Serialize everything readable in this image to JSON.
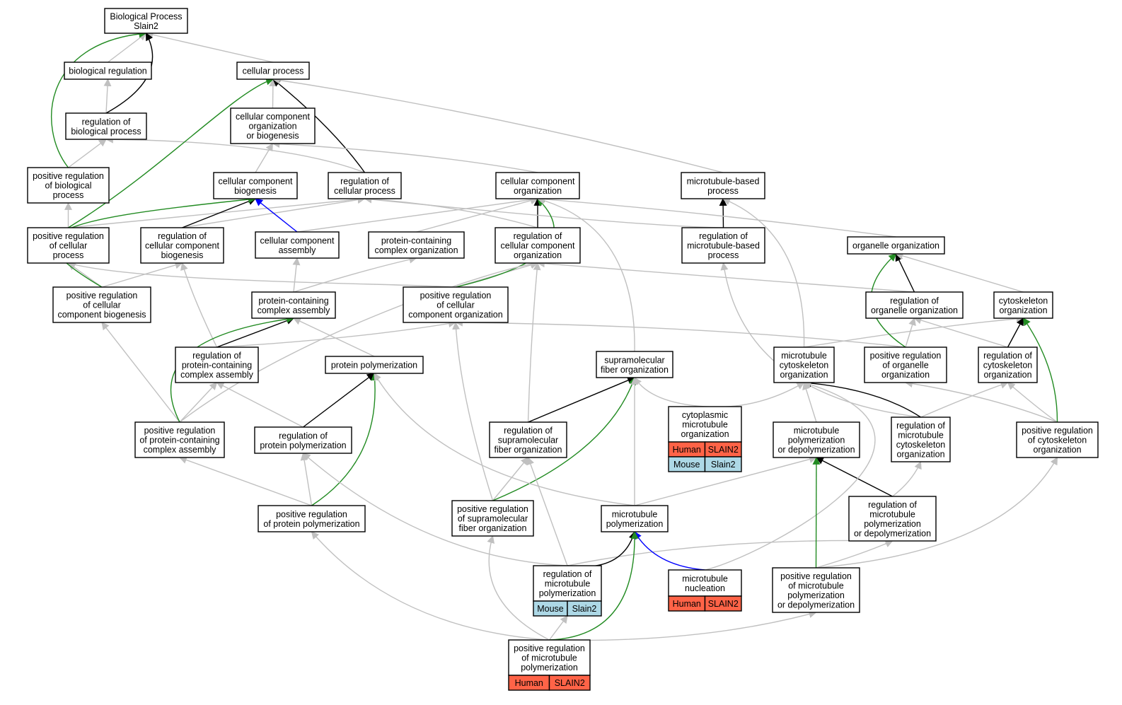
{
  "colors": {
    "gray": "#c0c0c0",
    "black": "#000000",
    "green": "#228b22",
    "blue": "#0000ff",
    "human": "#ff6347",
    "mouse": "#add8e6"
  },
  "nodes": [
    {
      "id": "bp",
      "lines": [
        "Biological Process",
        "Slain2"
      ]
    },
    {
      "id": "bio_reg",
      "lines": [
        "biological regulation"
      ]
    },
    {
      "id": "cell_proc",
      "lines": [
        "cellular process"
      ]
    },
    {
      "id": "reg_bio",
      "lines": [
        "regulation of",
        "biological process"
      ]
    },
    {
      "id": "ccob",
      "lines": [
        "cellular component",
        "organization",
        "or biogenesis"
      ]
    },
    {
      "id": "pos_bio",
      "lines": [
        "positive regulation",
        "of biological",
        "process"
      ]
    },
    {
      "id": "ccb",
      "lines": [
        "cellular component",
        "biogenesis"
      ]
    },
    {
      "id": "reg_cell",
      "lines": [
        "regulation of",
        "cellular process"
      ]
    },
    {
      "id": "cco",
      "lines": [
        "cellular component",
        "organization"
      ]
    },
    {
      "id": "mt_based",
      "lines": [
        "microtubule-based",
        "process"
      ]
    },
    {
      "id": "pos_cell",
      "lines": [
        "positive regulation",
        "of cellular",
        "process"
      ]
    },
    {
      "id": "reg_ccb",
      "lines": [
        "regulation of",
        "cellular component",
        "biogenesis"
      ]
    },
    {
      "id": "cca",
      "lines": [
        "cellular component",
        "assembly"
      ]
    },
    {
      "id": "pcco",
      "lines": [
        "protein-containing",
        "complex organization"
      ]
    },
    {
      "id": "reg_cco",
      "lines": [
        "regulation of",
        "cellular component",
        "organization"
      ]
    },
    {
      "id": "reg_mtb",
      "lines": [
        "regulation of",
        "microtubule-based",
        "process"
      ]
    },
    {
      "id": "org_org",
      "lines": [
        "organelle organization"
      ]
    },
    {
      "id": "pos_ccb",
      "lines": [
        "positive regulation",
        "of cellular",
        "component biogenesis"
      ]
    },
    {
      "id": "pcca",
      "lines": [
        "protein-containing",
        "complex assembly"
      ]
    },
    {
      "id": "pos_cco",
      "lines": [
        "positive regulation",
        "of cellular",
        "component organization"
      ]
    },
    {
      "id": "reg_oo",
      "lines": [
        "regulation of",
        "organelle organization"
      ]
    },
    {
      "id": "cyto_org",
      "lines": [
        "cytoskeleton",
        "organization"
      ]
    },
    {
      "id": "reg_pcca",
      "lines": [
        "regulation of",
        "protein-containing",
        "complex assembly"
      ]
    },
    {
      "id": "prot_poly",
      "lines": [
        "protein polymerization"
      ]
    },
    {
      "id": "smfo",
      "lines": [
        "supramolecular",
        "fiber organization"
      ]
    },
    {
      "id": "mtco",
      "lines": [
        "microtubule",
        "cytoskeleton",
        "organization"
      ]
    },
    {
      "id": "pos_oo",
      "lines": [
        "positive regulation",
        "of organelle",
        "organization"
      ]
    },
    {
      "id": "reg_cyto",
      "lines": [
        "regulation of",
        "cytoskeleton",
        "organization"
      ]
    },
    {
      "id": "pos_pcca",
      "lines": [
        "positive regulation",
        "of protein-containing",
        "complex assembly"
      ]
    },
    {
      "id": "reg_pp",
      "lines": [
        "regulation of",
        "protein polymerization"
      ]
    },
    {
      "id": "reg_smfo",
      "lines": [
        "regulation of",
        "supramolecular",
        "fiber organization"
      ]
    },
    {
      "id": "cyto_mt",
      "lines": [
        "cytoplasmic",
        "microtubule",
        "organization"
      ],
      "genes": [
        {
          "species": "Human",
          "gene": "SLAIN2"
        },
        {
          "species": "Mouse",
          "gene": "Slain2"
        }
      ]
    },
    {
      "id": "mtpd",
      "lines": [
        "microtubule",
        "polymerization",
        "or depolymerization"
      ]
    },
    {
      "id": "reg_mtco",
      "lines": [
        "regulation of",
        "microtubule",
        "cytoskeleton",
        "organization"
      ]
    },
    {
      "id": "pos_cyto",
      "lines": [
        "positive regulation",
        "of cytoskeleton",
        "organization"
      ]
    },
    {
      "id": "pos_pp",
      "lines": [
        "positive regulation",
        "of protein polymerization"
      ]
    },
    {
      "id": "pos_smfo",
      "lines": [
        "positive regulation",
        "of supramolecular",
        "fiber organization"
      ]
    },
    {
      "id": "mt_poly",
      "lines": [
        "microtubule",
        "polymerization"
      ]
    },
    {
      "id": "reg_mtpd",
      "lines": [
        "regulation of",
        "microtubule",
        "polymerization",
        "or depolymerization"
      ]
    },
    {
      "id": "reg_mtp",
      "lines": [
        "regulation of",
        "microtubule",
        "polymerization"
      ],
      "genes": [
        {
          "species": "Mouse",
          "gene": "Slain2"
        }
      ]
    },
    {
      "id": "mt_nuc",
      "lines": [
        "microtubule",
        "nucleation"
      ],
      "genes": [
        {
          "species": "Human",
          "gene": "SLAIN2"
        }
      ]
    },
    {
      "id": "pos_mtpd",
      "lines": [
        "positive regulation",
        "of microtubule",
        "polymerization",
        "or depolymerization"
      ]
    },
    {
      "id": "pos_mtp",
      "lines": [
        "positive regulation",
        "of microtubule",
        "polymerization"
      ],
      "genes": [
        {
          "species": "Human",
          "gene": "SLAIN2"
        }
      ]
    }
  ],
  "edges": [
    {
      "from": "bio_reg",
      "to": "bp",
      "kind": "is_a"
    },
    {
      "from": "cell_proc",
      "to": "bp",
      "kind": "is_a"
    },
    {
      "from": "reg_bio",
      "to": "bio_reg",
      "kind": "is_a"
    },
    {
      "from": "reg_bio",
      "to": "bp",
      "kind": "regulates"
    },
    {
      "from": "pos_bio",
      "to": "reg_bio",
      "kind": "is_a"
    },
    {
      "from": "pos_bio",
      "to": "bp",
      "kind": "positively_regulates"
    },
    {
      "from": "ccob",
      "to": "cell_proc",
      "kind": "is_a"
    },
    {
      "from": "ccb",
      "to": "ccob",
      "kind": "is_a"
    },
    {
      "from": "reg_cell",
      "to": "reg_bio",
      "kind": "is_a"
    },
    {
      "from": "reg_cell",
      "to": "cell_proc",
      "kind": "regulates"
    },
    {
      "from": "cco",
      "to": "ccob",
      "kind": "is_a"
    },
    {
      "from": "mt_based",
      "to": "cell_proc",
      "kind": "is_a"
    },
    {
      "from": "pos_cell",
      "to": "pos_bio",
      "kind": "is_a"
    },
    {
      "from": "pos_cell",
      "to": "reg_cell",
      "kind": "is_a"
    },
    {
      "from": "pos_cell",
      "to": "cell_proc",
      "kind": "positively_regulates"
    },
    {
      "from": "reg_ccb",
      "to": "reg_cell",
      "kind": "is_a"
    },
    {
      "from": "reg_ccb",
      "to": "ccb",
      "kind": "regulates"
    },
    {
      "from": "cca",
      "to": "cco",
      "kind": "is_a"
    },
    {
      "from": "cca",
      "to": "ccb",
      "kind": "part_of"
    },
    {
      "from": "pcco",
      "to": "cco",
      "kind": "is_a"
    },
    {
      "from": "reg_cco",
      "to": "reg_cell",
      "kind": "is_a"
    },
    {
      "from": "reg_cco",
      "to": "cco",
      "kind": "regulates"
    },
    {
      "from": "reg_mtb",
      "to": "reg_cell",
      "kind": "is_a"
    },
    {
      "from": "reg_mtb",
      "to": "mt_based",
      "kind": "regulates"
    },
    {
      "from": "org_org",
      "to": "cco",
      "kind": "is_a"
    },
    {
      "from": "pos_ccb",
      "to": "pos_cell",
      "kind": "is_a"
    },
    {
      "from": "pos_ccb",
      "to": "reg_ccb",
      "kind": "is_a"
    },
    {
      "from": "pos_ccb",
      "to": "ccb",
      "kind": "positively_regulates"
    },
    {
      "from": "pcca",
      "to": "cca",
      "kind": "is_a"
    },
    {
      "from": "pcca",
      "to": "pcco",
      "kind": "is_a"
    },
    {
      "from": "pos_cco",
      "to": "pos_cell",
      "kind": "is_a"
    },
    {
      "from": "pos_cco",
      "to": "reg_cco",
      "kind": "is_a"
    },
    {
      "from": "pos_cco",
      "to": "cco",
      "kind": "positively_regulates"
    },
    {
      "from": "reg_oo",
      "to": "reg_cco",
      "kind": "is_a"
    },
    {
      "from": "reg_oo",
      "to": "org_org",
      "kind": "regulates"
    },
    {
      "from": "cyto_org",
      "to": "org_org",
      "kind": "is_a"
    },
    {
      "from": "reg_pcca",
      "to": "reg_ccb",
      "kind": "is_a"
    },
    {
      "from": "reg_pcca",
      "to": "pos_cco",
      "kind": "is_a"
    },
    {
      "from": "reg_pcca",
      "to": "pcca",
      "kind": "regulates"
    },
    {
      "from": "prot_poly",
      "to": "pcca",
      "kind": "is_a"
    },
    {
      "from": "smfo",
      "to": "cco",
      "kind": "is_a"
    },
    {
      "from": "mtco",
      "to": "mt_based",
      "kind": "is_a"
    },
    {
      "from": "mtco",
      "to": "cyto_org",
      "kind": "is_a"
    },
    {
      "from": "pos_oo",
      "to": "pos_cco",
      "kind": "is_a"
    },
    {
      "from": "pos_oo",
      "to": "reg_oo",
      "kind": "is_a"
    },
    {
      "from": "pos_oo",
      "to": "org_org",
      "kind": "positively_regulates"
    },
    {
      "from": "reg_cyto",
      "to": "reg_oo",
      "kind": "is_a"
    },
    {
      "from": "reg_cyto",
      "to": "cyto_org",
      "kind": "regulates"
    },
    {
      "from": "pos_pcca",
      "to": "pos_ccb",
      "kind": "is_a"
    },
    {
      "from": "pos_pcca",
      "to": "reg_pcca",
      "kind": "is_a"
    },
    {
      "from": "pos_pcca",
      "to": "reg_cco",
      "kind": "is_a"
    },
    {
      "from": "pos_pcca",
      "to": "pcca",
      "kind": "positively_regulates"
    },
    {
      "from": "reg_pp",
      "to": "reg_pcca",
      "kind": "is_a"
    },
    {
      "from": "reg_pp",
      "to": "prot_poly",
      "kind": "regulates"
    },
    {
      "from": "reg_smfo",
      "to": "reg_cco",
      "kind": "is_a"
    },
    {
      "from": "reg_smfo",
      "to": "smfo",
      "kind": "regulates"
    },
    {
      "from": "cyto_mt",
      "to": "smfo",
      "kind": "is_a"
    },
    {
      "from": "cyto_mt",
      "to": "mtco",
      "kind": "is_a"
    },
    {
      "from": "mtpd",
      "to": "mtco",
      "kind": "is_a"
    },
    {
      "from": "reg_mtco",
      "to": "reg_mtb",
      "kind": "is_a"
    },
    {
      "from": "reg_mtco",
      "to": "reg_cyto",
      "kind": "is_a"
    },
    {
      "from": "reg_mtco",
      "to": "mtco",
      "kind": "regulates"
    },
    {
      "from": "pos_cyto",
      "to": "pos_oo",
      "kind": "is_a"
    },
    {
      "from": "pos_cyto",
      "to": "reg_cyto",
      "kind": "is_a"
    },
    {
      "from": "pos_cyto",
      "to": "cyto_org",
      "kind": "positively_regulates"
    },
    {
      "from": "pos_pp",
      "to": "pos_pcca",
      "kind": "is_a"
    },
    {
      "from": "pos_pp",
      "to": "reg_pp",
      "kind": "is_a"
    },
    {
      "from": "pos_pp",
      "to": "prot_poly",
      "kind": "positively_regulates"
    },
    {
      "from": "pos_smfo",
      "to": "pos_cco",
      "kind": "is_a"
    },
    {
      "from": "pos_smfo",
      "to": "reg_smfo",
      "kind": "is_a"
    },
    {
      "from": "pos_smfo",
      "to": "smfo",
      "kind": "positively_regulates"
    },
    {
      "from": "mt_poly",
      "to": "prot_poly",
      "kind": "is_a"
    },
    {
      "from": "mt_poly",
      "to": "smfo",
      "kind": "is_a"
    },
    {
      "from": "mt_poly",
      "to": "mtpd",
      "kind": "is_a"
    },
    {
      "from": "reg_mtpd",
      "to": "reg_mtco",
      "kind": "is_a"
    },
    {
      "from": "reg_mtpd",
      "to": "mtpd",
      "kind": "regulates"
    },
    {
      "from": "reg_mtp",
      "to": "reg_pp",
      "kind": "is_a"
    },
    {
      "from": "reg_mtp",
      "to": "reg_smfo",
      "kind": "is_a"
    },
    {
      "from": "reg_mtp",
      "to": "reg_mtpd",
      "kind": "is_a"
    },
    {
      "from": "reg_mtp",
      "to": "mt_poly",
      "kind": "regulates"
    },
    {
      "from": "mt_nuc",
      "to": "mt_poly",
      "kind": "part_of"
    },
    {
      "from": "mt_nuc",
      "to": "mtco",
      "kind": "is_a"
    },
    {
      "from": "pos_mtpd",
      "to": "pos_cyto",
      "kind": "is_a"
    },
    {
      "from": "pos_mtpd",
      "to": "reg_mtpd",
      "kind": "is_a"
    },
    {
      "from": "pos_mtpd",
      "to": "mtpd",
      "kind": "positively_regulates"
    },
    {
      "from": "pos_mtp",
      "to": "pos_pp",
      "kind": "is_a"
    },
    {
      "from": "pos_mtp",
      "to": "pos_smfo",
      "kind": "is_a"
    },
    {
      "from": "pos_mtp",
      "to": "reg_mtp",
      "kind": "is_a"
    },
    {
      "from": "pos_mtp",
      "to": "pos_mtpd",
      "kind": "is_a"
    },
    {
      "from": "pos_mtp",
      "to": "mt_poly",
      "kind": "positively_regulates"
    }
  ]
}
